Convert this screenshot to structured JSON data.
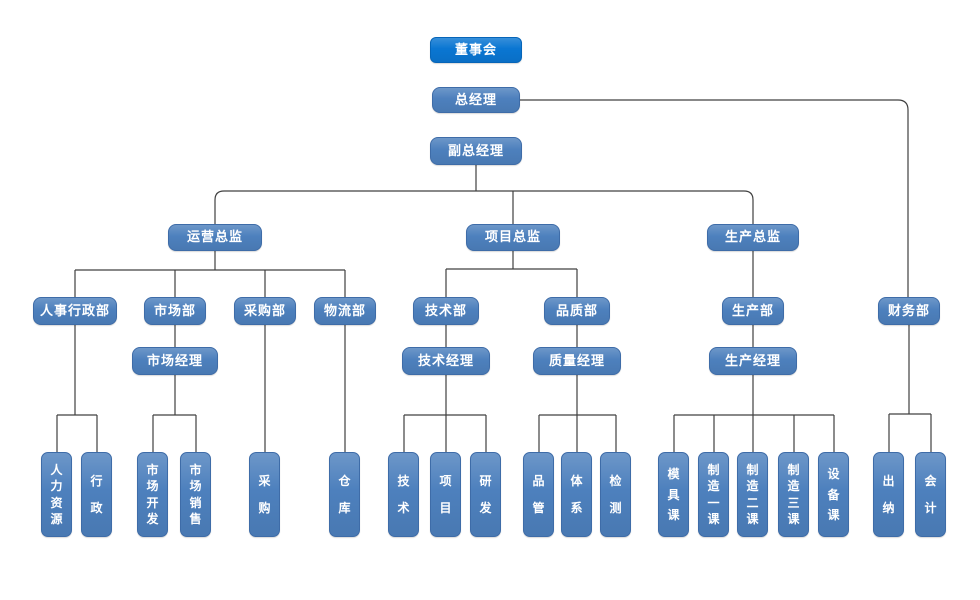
{
  "diagram": {
    "type": "org-chart",
    "colors": {
      "root_fill": "#0a76d2",
      "root_border": "#0665b8",
      "node_fill": "#4d80bd",
      "node_border": "#3e6ca8",
      "text": "#ffffff",
      "connector": "#404040",
      "background": "#ffffff"
    },
    "nodes": {
      "board": {
        "label": "董事会",
        "reports_to": null
      },
      "general_manager": {
        "label": "总经理",
        "reports_to": "board"
      },
      "deputy_general_manager": {
        "label": "副总经理",
        "reports_to": "general_manager"
      },
      "operations_director": {
        "label": "运营总监",
        "reports_to": "deputy_general_manager"
      },
      "project_director": {
        "label": "项目总监",
        "reports_to": "deputy_general_manager"
      },
      "production_director": {
        "label": "生产总监",
        "reports_to": "deputy_general_manager"
      },
      "hr_admin_dept": {
        "label": "人事行政部",
        "reports_to": "operations_director"
      },
      "marketing_dept": {
        "label": "市场部",
        "reports_to": "operations_director"
      },
      "purchasing_dept": {
        "label": "采购部",
        "reports_to": "operations_director"
      },
      "logistics_dept": {
        "label": "物流部",
        "reports_to": "operations_director"
      },
      "tech_dept": {
        "label": "技术部",
        "reports_to": "project_director"
      },
      "quality_dept": {
        "label": "品质部",
        "reports_to": "project_director"
      },
      "production_dept": {
        "label": "生产部",
        "reports_to": "production_director"
      },
      "finance_dept": {
        "label": "财务部",
        "reports_to": "general_manager"
      },
      "marketing_manager": {
        "label": "市场经理",
        "reports_to": "marketing_dept"
      },
      "tech_manager": {
        "label": "技术经理",
        "reports_to": "tech_dept"
      },
      "quality_manager": {
        "label": "质量经理",
        "reports_to": "quality_dept"
      },
      "production_manager": {
        "label": "生产经理",
        "reports_to": "production_dept"
      },
      "hr_team": {
        "label": "人力资源",
        "reports_to": "hr_admin_dept"
      },
      "admin_team": {
        "label": "行政",
        "reports_to": "hr_admin_dept"
      },
      "market_dev_team": {
        "label": "市场开发",
        "reports_to": "marketing_manager"
      },
      "market_sales_team": {
        "label": "市场销售",
        "reports_to": "marketing_manager"
      },
      "purchasing_team": {
        "label": "采购",
        "reports_to": "purchasing_dept"
      },
      "warehouse_team": {
        "label": "仓库",
        "reports_to": "logistics_dept"
      },
      "technology_team": {
        "label": "技术",
        "reports_to": "tech_manager"
      },
      "project_team": {
        "label": "项目",
        "reports_to": "tech_manager"
      },
      "rnd_team": {
        "label": "研发",
        "reports_to": "tech_manager"
      },
      "quality_control_team": {
        "label": "品管",
        "reports_to": "quality_manager"
      },
      "system_team": {
        "label": "体系",
        "reports_to": "quality_manager"
      },
      "inspection_team": {
        "label": "检测",
        "reports_to": "quality_manager"
      },
      "mold_section": {
        "label": "模具课",
        "reports_to": "production_manager"
      },
      "mfg_section_1": {
        "label": "制造一课",
        "reports_to": "production_manager"
      },
      "mfg_section_2": {
        "label": "制造二课",
        "reports_to": "production_manager"
      },
      "mfg_section_3": {
        "label": "制造三课",
        "reports_to": "production_manager"
      },
      "equipment_section": {
        "label": "设备课",
        "reports_to": "production_manager"
      },
      "cashier_team": {
        "label": "出纳",
        "reports_to": "finance_dept"
      },
      "accounting_team": {
        "label": "会计",
        "reports_to": "finance_dept"
      }
    }
  }
}
